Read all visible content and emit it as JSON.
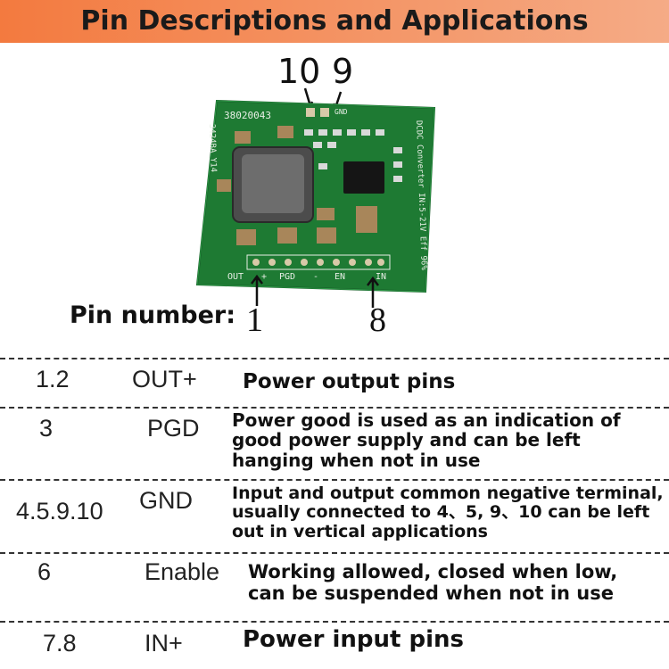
{
  "header": {
    "title": "Pin Descriptions and Applications"
  },
  "board": {
    "serial": "38020043",
    "model": "3424BA_Y14",
    "label_gnd": "GND",
    "side_text": "DCDC Converter IN:5-21V Eff 96%",
    "silk_out": "OUT",
    "silk_plus": "+",
    "silk_pgd": "PGD",
    "silk_minus": "-",
    "silk_en": "EN",
    "silk_in": "IN",
    "colors": {
      "pcb": "#1e7a33",
      "silk": "#e8efe6",
      "pad": "#d8c9a8"
    }
  },
  "pin_labels": {
    "top_left": "10",
    "top_right": "9",
    "bottom_left": "1",
    "bottom_right": "8"
  },
  "pin_caption": "Pin number:",
  "rows": [
    {
      "number": "1.2",
      "name": "OUT+",
      "description": "Power output pins"
    },
    {
      "number": "3",
      "name": "PGD",
      "description": "Power good is used as an indication of good power supply and can be left hanging when not in use"
    },
    {
      "number": "4.5.9.10",
      "name": "GND",
      "description": "Input and output common negative terminal, usually connected to 4、5, 9、10 can be left out in vertical applications"
    },
    {
      "number": "6",
      "name": "Enable",
      "description": "Working allowed, closed when low, can be suspended when not in use"
    },
    {
      "number": "7.8",
      "name": "IN+",
      "description": "Power input pins"
    }
  ]
}
